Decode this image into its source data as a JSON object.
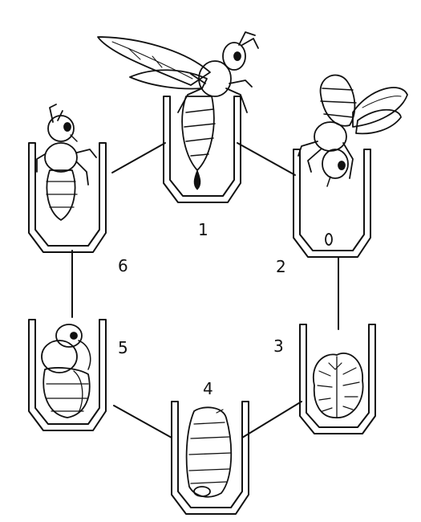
{
  "diagram": {
    "stages": [
      {
        "number": "1",
        "depicts": "adult-bee-laying-egg"
      },
      {
        "number": "2",
        "depicts": "egg-in-cell"
      },
      {
        "number": "3",
        "depicts": "curled-larva"
      },
      {
        "number": "4",
        "depicts": "pupa"
      },
      {
        "number": "5",
        "depicts": "developing-adult"
      },
      {
        "number": "6",
        "depicts": "adult-emerging"
      }
    ],
    "colors": {
      "line": "#111111",
      "background": "#ffffff"
    }
  }
}
